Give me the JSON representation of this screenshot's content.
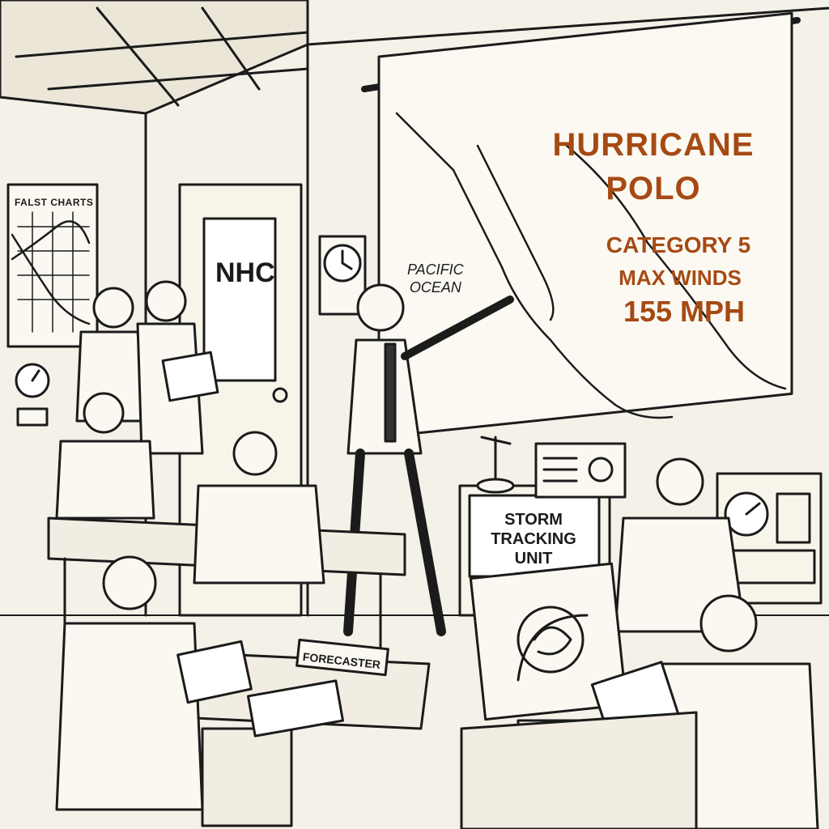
{
  "wall_chart": {
    "title": "FALST CHARTS"
  },
  "door": {
    "sign": "NHC"
  },
  "weather_map": {
    "ocean_label_line1": "PACIFIC",
    "ocean_label_line2": "OCEAN",
    "storm_name_line1": "HURRICANE",
    "storm_name_line2": "POLO",
    "category": "CATEGORY 5",
    "winds_label": "MAX WINDS",
    "winds_value": "155 MPH"
  },
  "storm_tracking_sign": {
    "line1": "STORM",
    "line2": "TRACKING",
    "line3": "UNIT"
  },
  "desk_placard": {
    "label": "FORECASTER"
  },
  "colors": {
    "headline": "#a64a14",
    "ink": "#1b1b1b",
    "paper": "#f4f1e8"
  },
  "icons": [
    "wall-clock-icon",
    "barometer-icon",
    "radio-icon",
    "anemometer-icon",
    "radar-screen-icon"
  ]
}
